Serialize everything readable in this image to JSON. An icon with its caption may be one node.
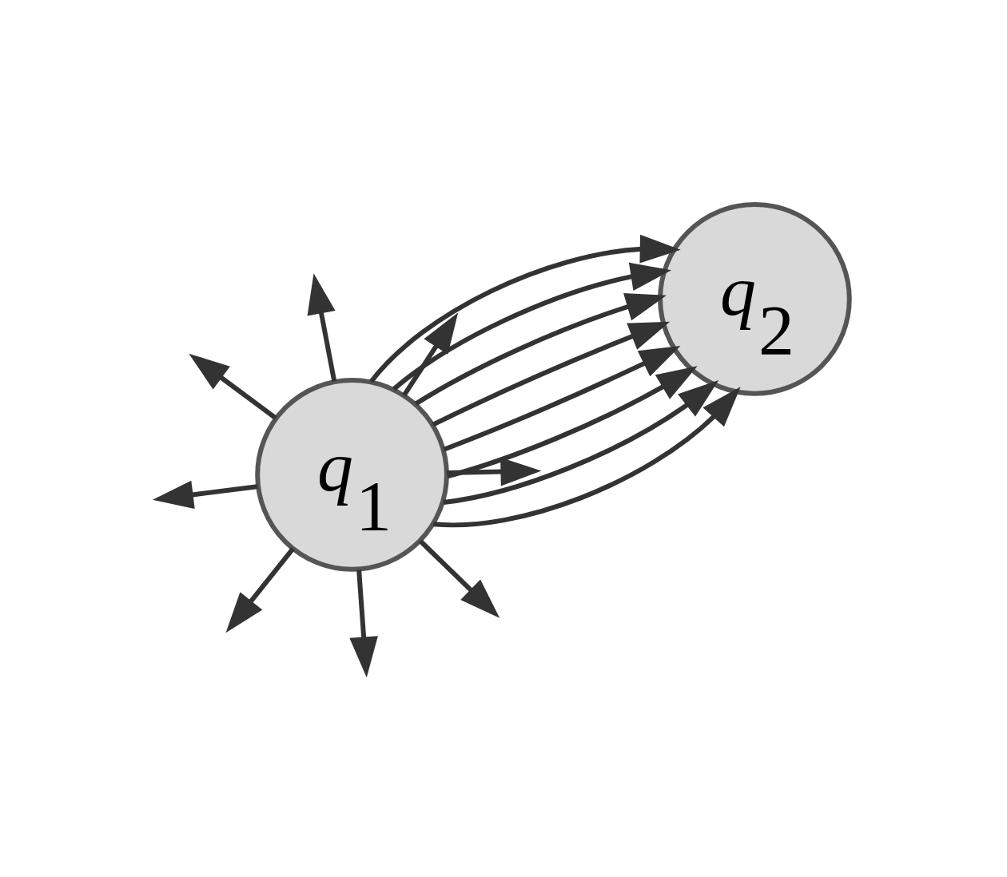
{
  "diagram": {
    "nodes": [
      {
        "text": [
          "q$_{1}$"
        ]
      },
      {
        "text": [
          "q$_{2}$"
        ]
      }
    ],
    "edges": [
      {
        "from": 0,
        "to": 1,
        "arrow": "to"
      },
      {
        "from": 0,
        "to": 1,
        "arrow": "to"
      },
      {
        "from": 0,
        "to": 1,
        "arrow": "to"
      },
      {
        "from": 0,
        "to": 1,
        "arrow": "to"
      },
      {
        "from": 0,
        "to": 1,
        "arrow": "to"
      },
      {
        "from": 0,
        "to": 1,
        "arrow": "to"
      },
      {
        "from": 0,
        "to": 1,
        "arrow": "to"
      },
      {
        "from": 0,
        "to": 1,
        "arrow": "to"
      },
      {
        "from": 0,
        "to": null,
        "arrow": "to"
      },
      {
        "from": 0,
        "to": null,
        "arrow": "to"
      },
      {
        "from": 0,
        "to": null,
        "arrow": "to"
      },
      {
        "from": 0,
        "to": null,
        "arrow": "to"
      },
      {
        "from": 0,
        "to": null,
        "arrow": "to"
      },
      {
        "from": 0,
        "to": null,
        "arrow": "to"
      },
      {
        "from": 0,
        "to": null,
        "arrow": "to"
      },
      {
        "from": 0,
        "to": null,
        "arrow": "to"
      }
    ]
  }
}
